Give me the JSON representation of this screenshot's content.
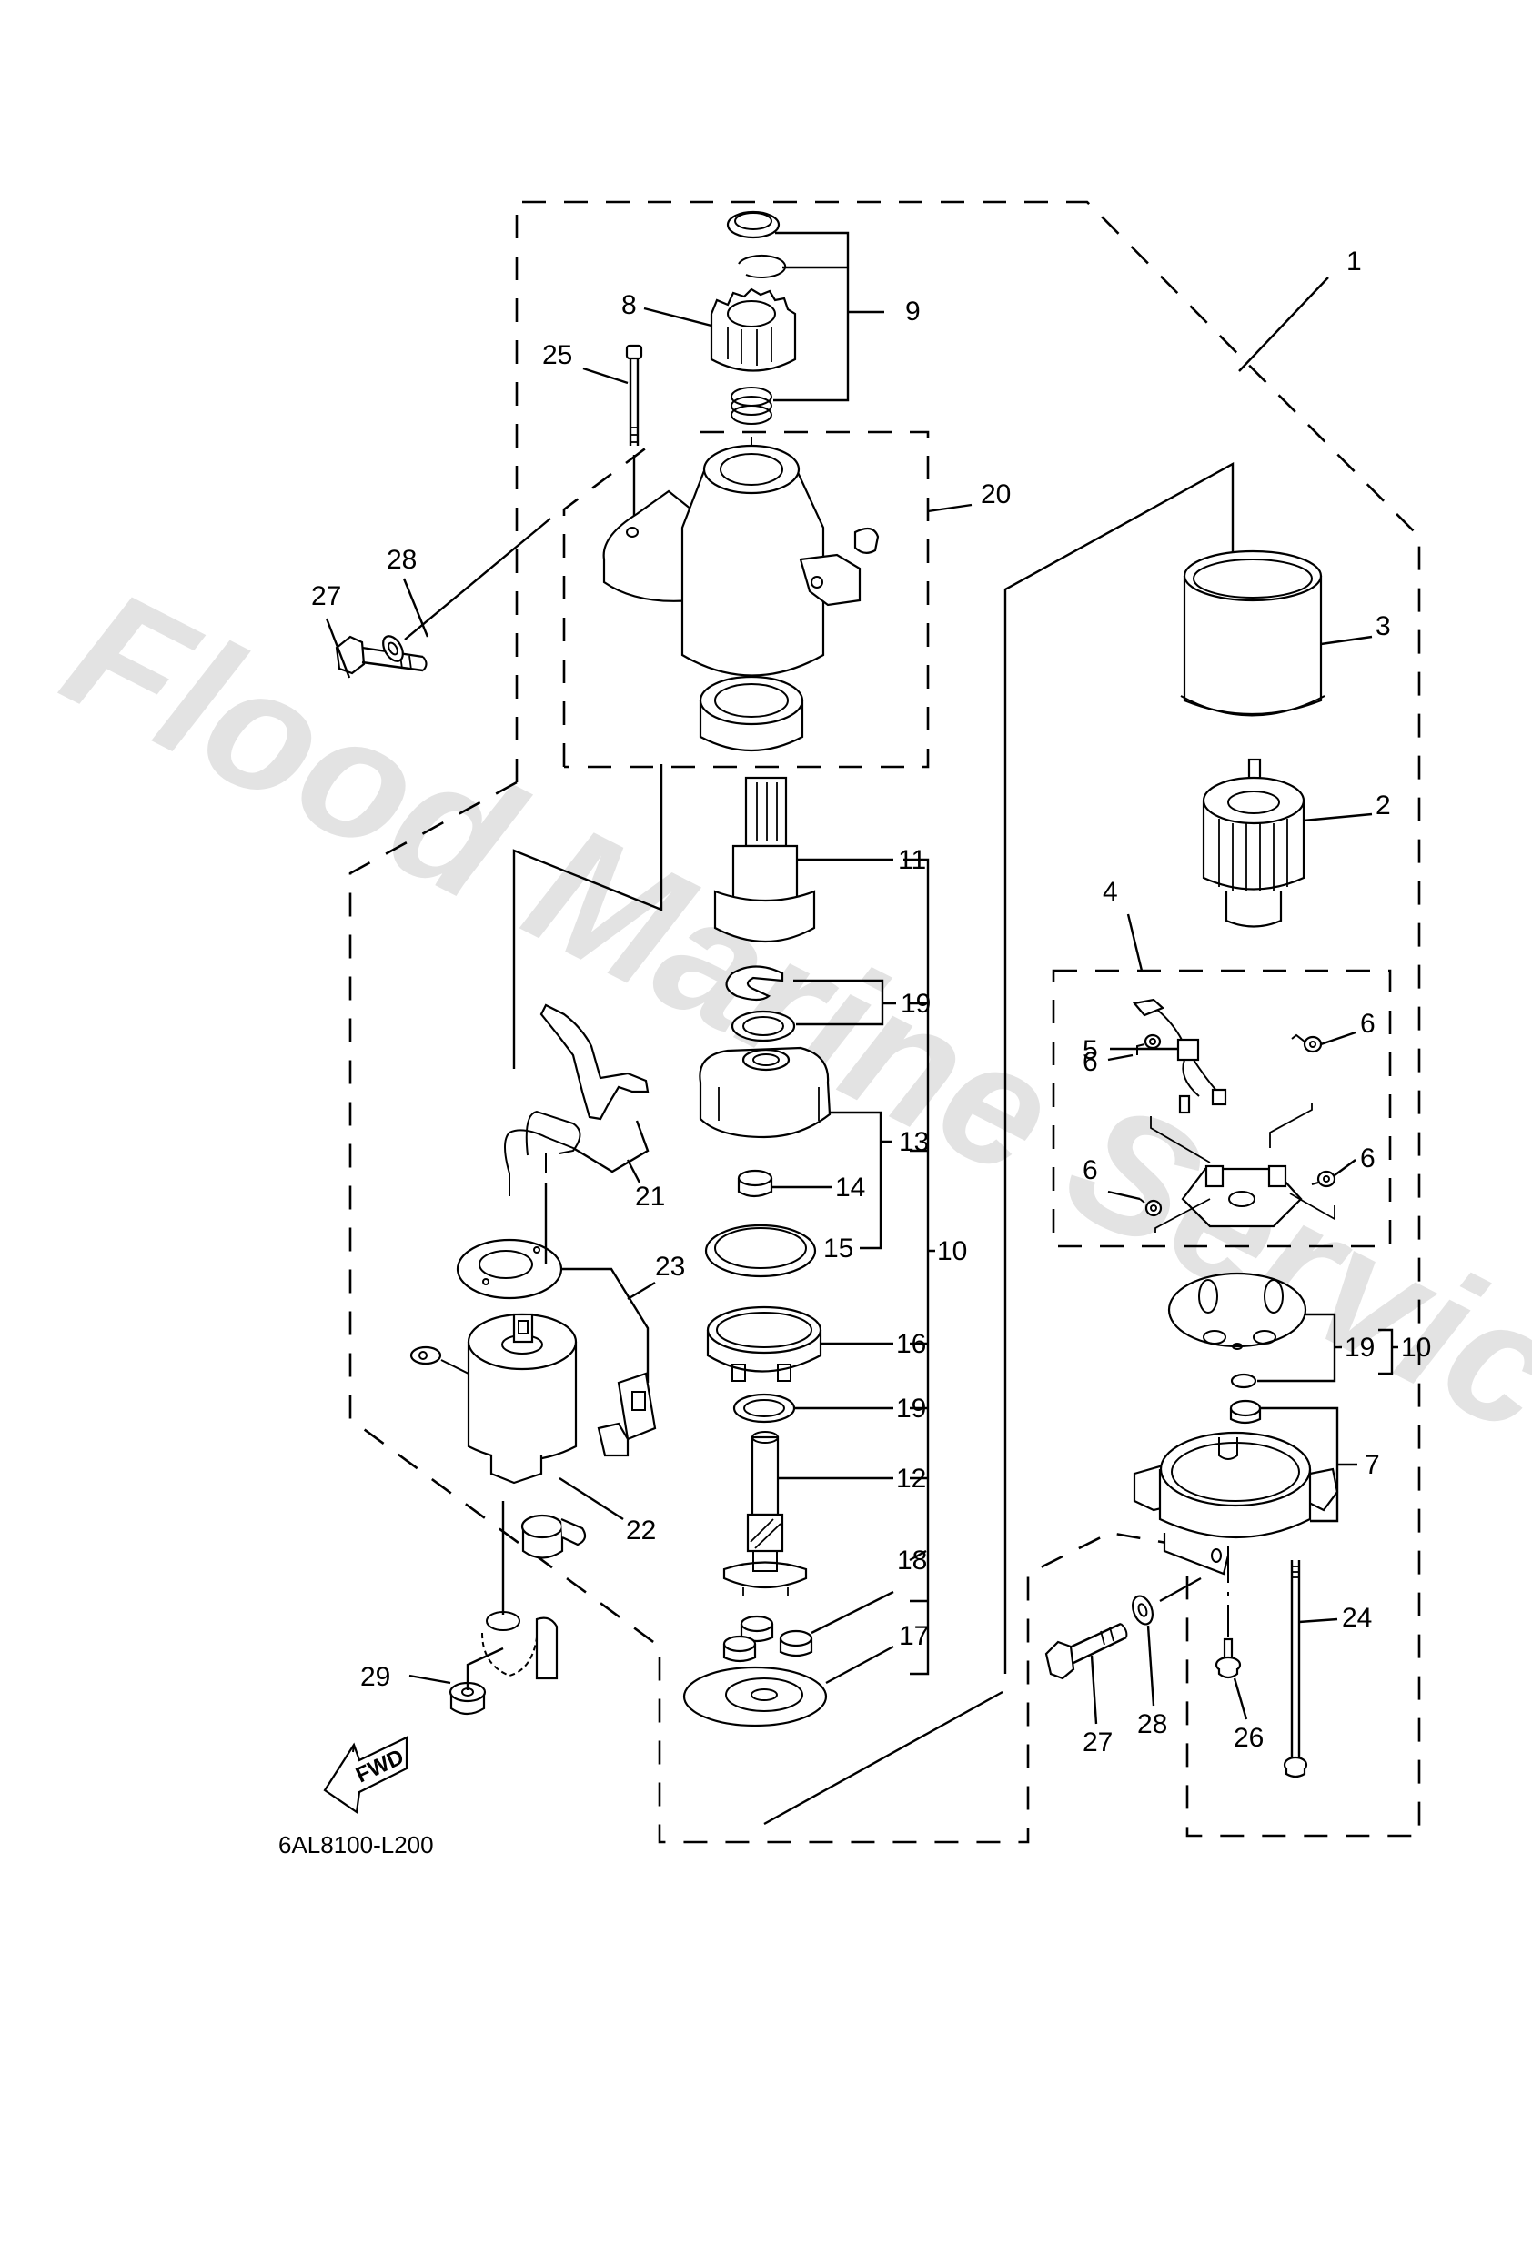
{
  "watermark": "Flood Marine Services",
  "diagram_code": "6AL8100-L200",
  "direction_marker": "FWD",
  "callouts": {
    "c1": "1",
    "c2": "2",
    "c3": "3",
    "c4": "4",
    "c5": "5",
    "c6a": "6",
    "c6b": "6",
    "c6c": "6",
    "c6d": "6",
    "c7": "7",
    "c8": "8",
    "c9": "9",
    "c10a": "10",
    "c10b": "10",
    "c11": "11",
    "c12": "12",
    "c13": "13",
    "c14": "14",
    "c15": "15",
    "c16": "16",
    "c17": "17",
    "c18": "18",
    "c19a": "19",
    "c19b": "19",
    "c19c": "19",
    "c20": "20",
    "c21": "21",
    "c22": "22",
    "c23": "23",
    "c24": "24",
    "c25": "25",
    "c26": "26",
    "c27a": "27",
    "c27b": "27",
    "c28a": "28",
    "c28b": "28",
    "c29": "29"
  },
  "colors": {
    "line": "#000000",
    "watermark": "#e3e3e3",
    "background": "#ffffff"
  }
}
